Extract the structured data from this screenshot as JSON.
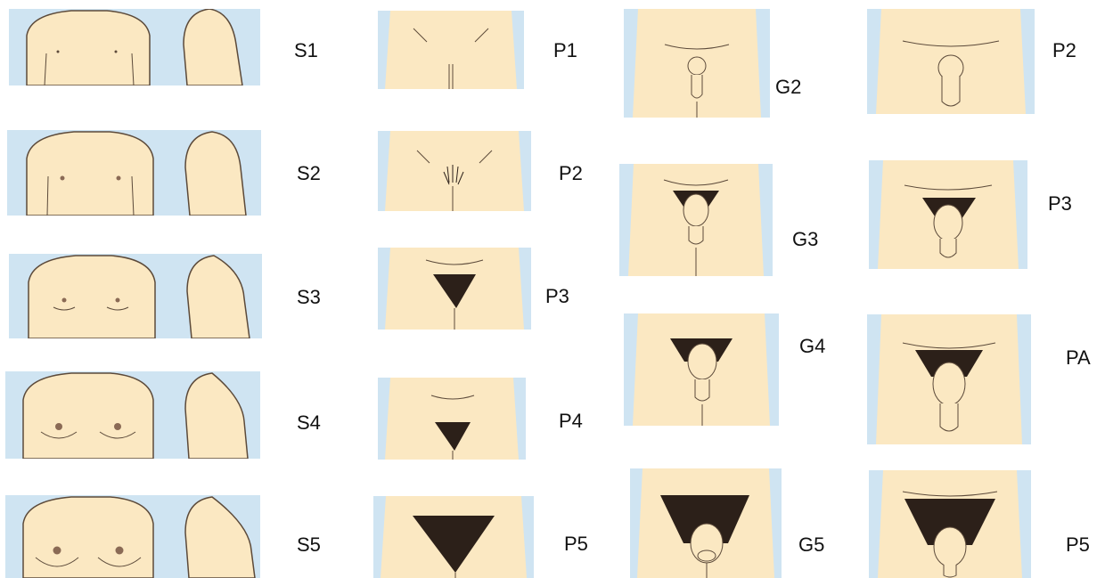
{
  "colors": {
    "skin": "#fbe8c2",
    "bg_blue": "#cfe4f2",
    "outline": "#5c4a3a",
    "hair": "#2c2019"
  },
  "columns": {
    "breast": {
      "labels": [
        "S1",
        "S2",
        "S3",
        "S4",
        "S5"
      ]
    },
    "female_pubic": {
      "labels": [
        "P1",
        "P2",
        "P3",
        "P4",
        "P5"
      ]
    },
    "male_genital": {
      "labels": [
        "G2",
        "G3",
        "G4",
        "G5"
      ]
    },
    "male_pubic": {
      "labels": [
        "P2",
        "P3",
        "PA",
        "P5"
      ]
    }
  }
}
